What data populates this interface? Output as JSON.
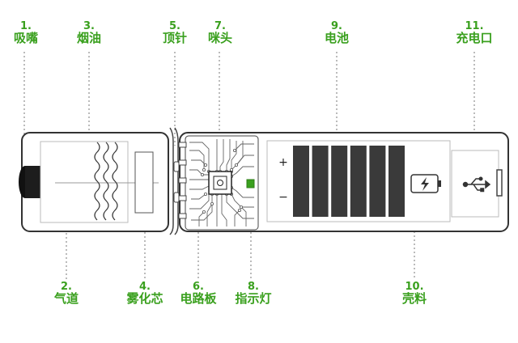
{
  "colors": {
    "accent": "#3aa01e",
    "battery_cell": "#3a3a3a",
    "led": "#3aa01e",
    "leader": "#777777"
  },
  "labels_top": [
    {
      "id": "mouthpiece",
      "num": "1.",
      "name": "吸嘴"
    },
    {
      "id": "oil",
      "num": "3.",
      "name": "烟油"
    },
    {
      "id": "top-pin",
      "num": "5.",
      "name": "顶针"
    },
    {
      "id": "mic",
      "num": "7.",
      "name": "咪头"
    },
    {
      "id": "battery",
      "num": "9.",
      "name": "电池"
    },
    {
      "id": "charge-port",
      "num": "11.",
      "name": "充电口"
    }
  ],
  "labels_bottom": [
    {
      "id": "airway",
      "num": "2.",
      "name": "气道"
    },
    {
      "id": "atomizer",
      "num": "4.",
      "name": "雾化芯"
    },
    {
      "id": "circuit",
      "num": "6.",
      "name": "电路板"
    },
    {
      "id": "indicator",
      "num": "8.",
      "name": "指示灯"
    },
    {
      "id": "shell",
      "num": "10.",
      "name": "壳料"
    }
  ],
  "battery_cells": 6,
  "battery_terminals": {
    "plus": "+",
    "minus": "−"
  },
  "icons": {
    "charging": "battery-charging-icon",
    "usb": "usb-icon",
    "mic": "microphone-icon"
  }
}
